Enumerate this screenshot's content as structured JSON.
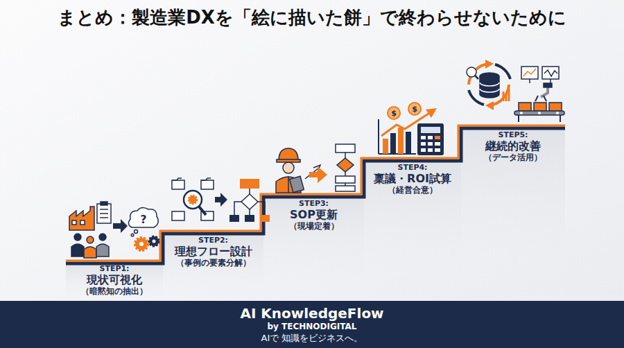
{
  "diagram": {
    "title": "まとめ：製造業DXを「絵に描いた餅」で終わらせないために",
    "nodes": [
      {
        "text": [
          "STEP1:",
          "現状可視化",
          "（暗黙知の抽出）"
        ]
      },
      {
        "text": [
          "STEP2:",
          "理想フロー設計",
          "（事例の要素分解）"
        ]
      },
      {
        "text": [
          "STEP3:",
          "SOP更新",
          "（現場定着）"
        ]
      },
      {
        "text": [
          "STEP4:",
          "稟議・ROI試算",
          "（経営合意）"
        ]
      },
      {
        "text": [
          "STEP5:",
          "継続的改善",
          "（データ活用）"
        ]
      },
      {
        "text": [
          "AI KnowledgeFlow",
          "by TECHNODIGITAL",
          "AIで 知識をビジネスへ。"
        ]
      }
    ],
    "labels": [
      "?",
      "$",
      "$"
    ]
  }
}
